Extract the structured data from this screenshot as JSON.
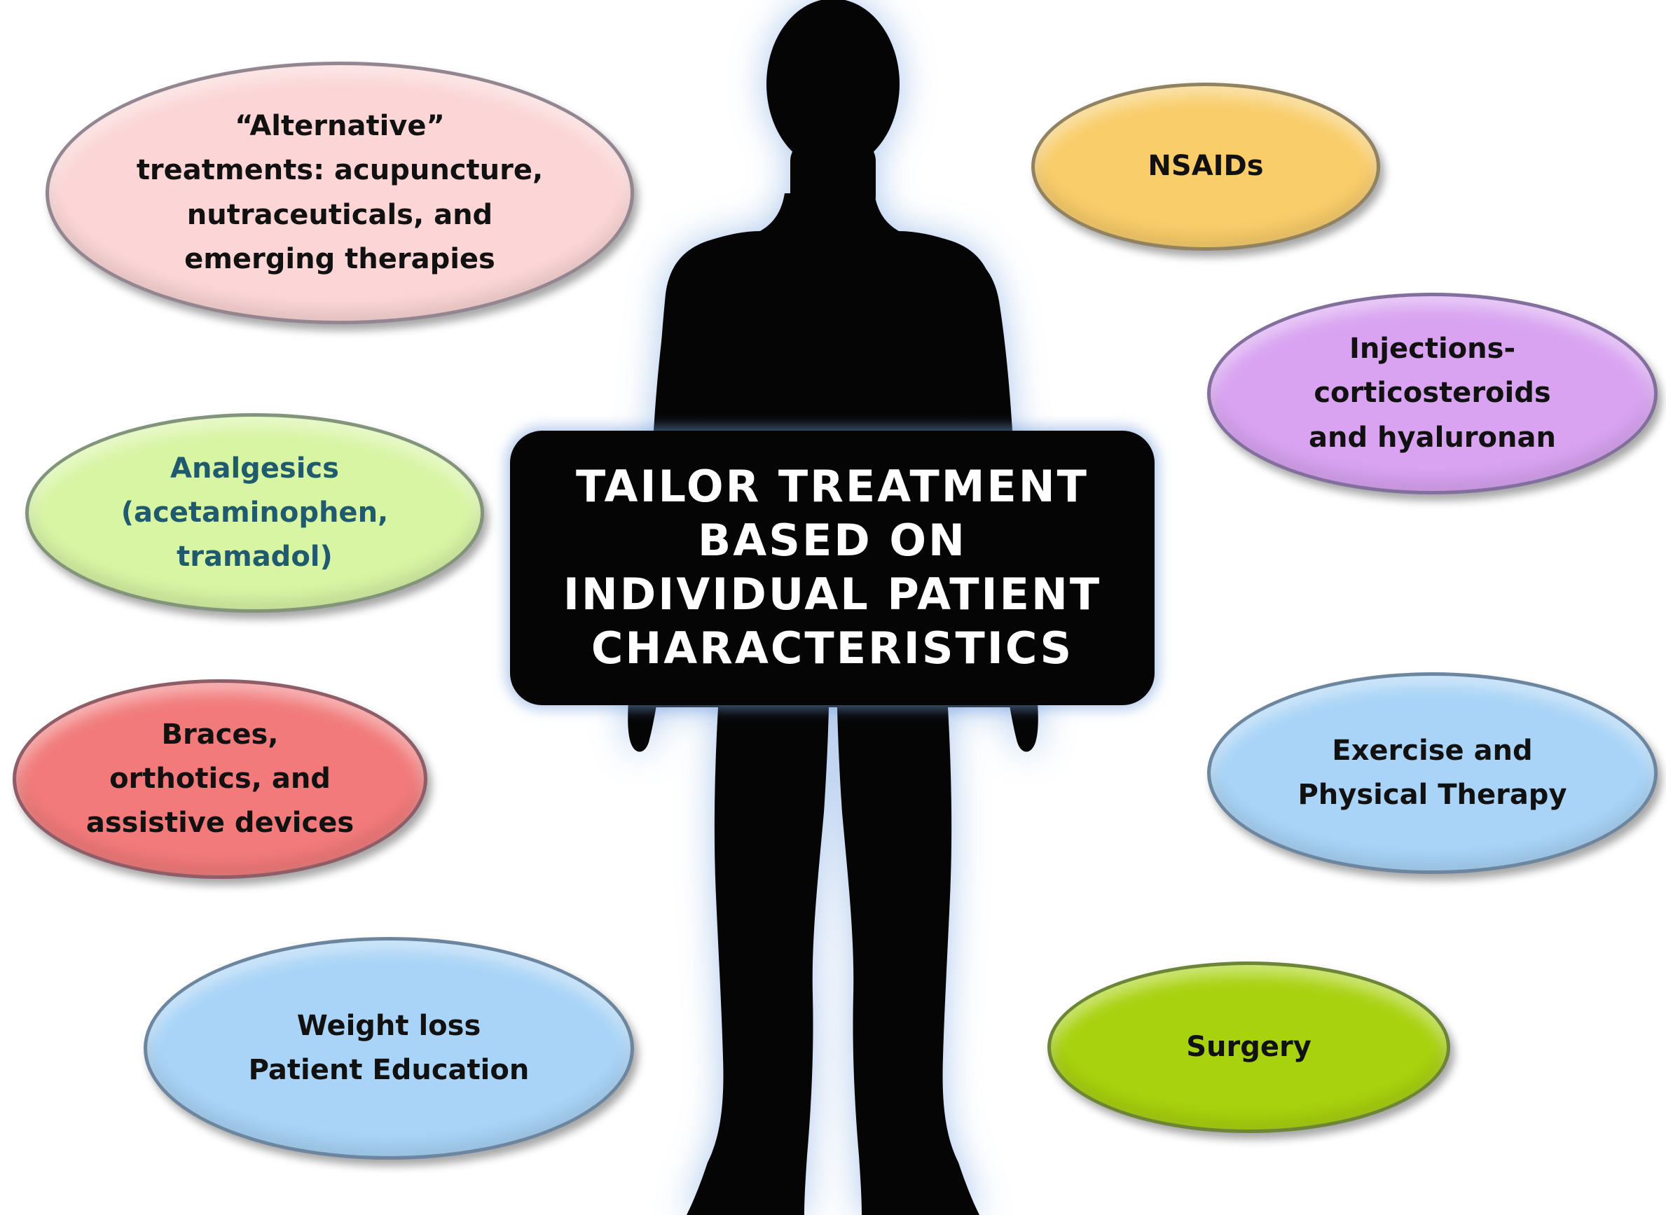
{
  "center": {
    "text": "TAILOR TREATMENT\nBASED ON\nINDIVIDUAL PATIENT\nCHARACTERISTICS"
  },
  "bubbles": {
    "alternative": {
      "text": "“Alternative”\ntreatments: acupuncture,\nnutraceuticals, and\nemerging therapies",
      "fill": "#fcd6d6",
      "text_color": "#111111"
    },
    "nsaids": {
      "text": "NSAIDs",
      "fill": "#f9cd6a",
      "text_color": "#111111"
    },
    "injections": {
      "text": "Injections-\ncorticosteroids\nand hyaluronan",
      "fill": "#d9a3f2",
      "text_color": "#111111"
    },
    "analgesics": {
      "text": "Analgesics\n(acetaminophen,\ntramadol)",
      "fill": "#d8f5a4",
      "text_color": "#1f5a6e"
    },
    "braces": {
      "text": "Braces,\northotics, and\nassistive devices",
      "fill": "#f27a7a",
      "text_color": "#111111"
    },
    "exercise": {
      "text": "Exercise and\nPhysical Therapy",
      "fill": "#a9d4f7",
      "text_color": "#111111"
    },
    "weight": {
      "text": "Weight loss\nPatient Education",
      "fill": "#a9d4f7",
      "text_color": "#111111"
    },
    "surgery": {
      "text": "Surgery",
      "fill": "#a8d20e",
      "text_color": "#111111"
    }
  },
  "colors": {
    "silhouette": "#050505",
    "glow": "#8fb4e6"
  }
}
